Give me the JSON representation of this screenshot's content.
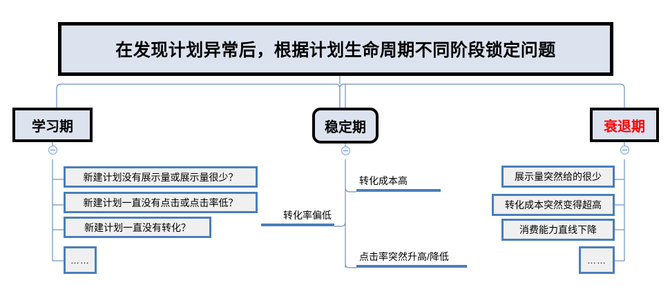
{
  "title": {
    "text": "在发现计划异常后，根据计划生命周期不同阶段锁定问题"
  },
  "colors": {
    "title_fill": "#dce3ef",
    "title_border": "#000000",
    "leaf_border": "#4a7ebb",
    "leaf_fill": "#f0f0f0",
    "connector": "#6b8fc0",
    "decline_text": "#ff0000"
  },
  "phases": [
    {
      "id": "learning",
      "label": "学习期",
      "shape": "rectangle",
      "text_color": "#000000"
    },
    {
      "id": "stable",
      "label": "稳定期",
      "shape": "rounded-rectangle",
      "text_color": "#000000"
    },
    {
      "id": "decline",
      "label": "衰退期",
      "shape": "rectangle",
      "text_color": "#ff0000"
    }
  ],
  "learning_items": [
    {
      "label": "新建计划没有展示量或展示量很少？"
    },
    {
      "label": "新建计划一直没有点击或点击率低？"
    },
    {
      "label": "新建计划一直没有转化？"
    },
    {
      "label": "……"
    }
  ],
  "stable_items": [
    {
      "label": "转化成本高",
      "side": "right"
    },
    {
      "label": "转化率偏低",
      "side": "left"
    },
    {
      "label": "点击率突然升高/降低",
      "side": "right"
    }
  ],
  "decline_items": [
    {
      "label": "展示量突然给的很少"
    },
    {
      "label": "转化成本突然变得超高"
    },
    {
      "label": "消费能力直线下降"
    },
    {
      "label": "……"
    }
  ],
  "toggles": [
    {
      "id": "learning",
      "state": "expanded",
      "icon": "minus-circle-icon"
    },
    {
      "id": "stable",
      "state": "expanded",
      "icon": "minus-circle-icon"
    },
    {
      "id": "decline",
      "state": "expanded",
      "icon": "minus-circle-icon"
    }
  ]
}
